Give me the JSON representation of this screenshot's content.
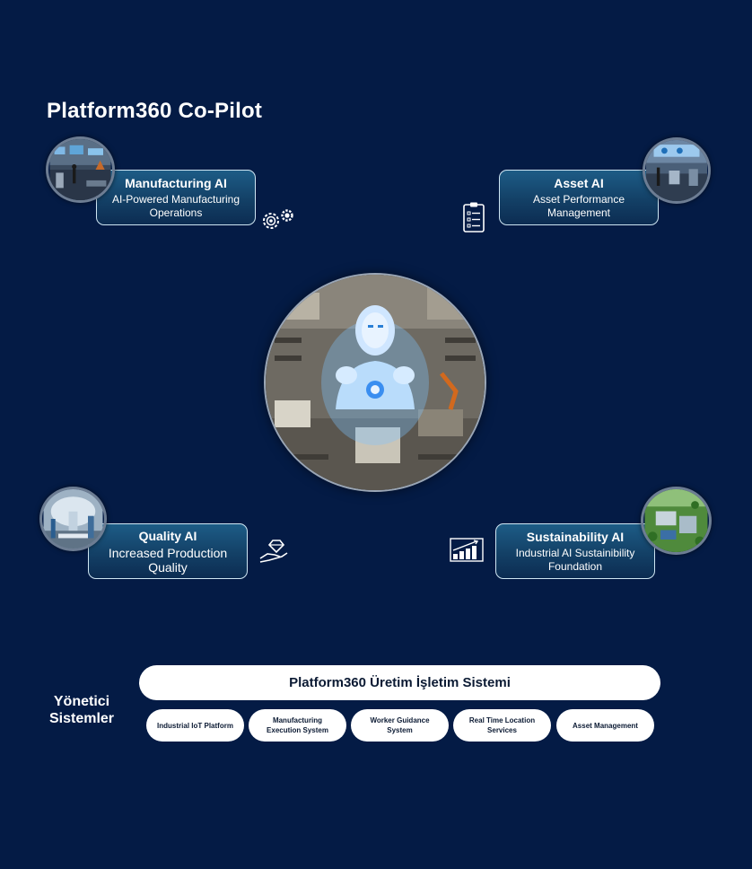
{
  "title": "Platform360 Co-Pilot",
  "modules": [
    {
      "title": "Manufacturing AI",
      "subtitle": "AI-Powered Manufacturing Operations",
      "icon": "gears-icon"
    },
    {
      "title": "Asset AI",
      "subtitle": "Asset Performance Management",
      "icon": "clipboard-icon"
    },
    {
      "title": "Quality AI",
      "subtitle": "Increased Production Quality",
      "icon": "hand-diamond-icon"
    },
    {
      "title": "Sustainability AI",
      "subtitle": "Industrial AI Sustainibility Foundation",
      "icon": "growth-chart-icon"
    }
  ],
  "platform_bar": "Platform360 Üretim İşletim Sistemi",
  "side_label": "Yönetici Sistemler",
  "systems": [
    "Industrial IoT Platform",
    "Manufacturing Execution System",
    "Worker Guidance System",
    "Real Time Location Services",
    "Asset Management"
  ],
  "colors": {
    "background": "#041b45",
    "card": "#134066",
    "card_border": "#cfe6f3",
    "pill": "#ffffff"
  }
}
